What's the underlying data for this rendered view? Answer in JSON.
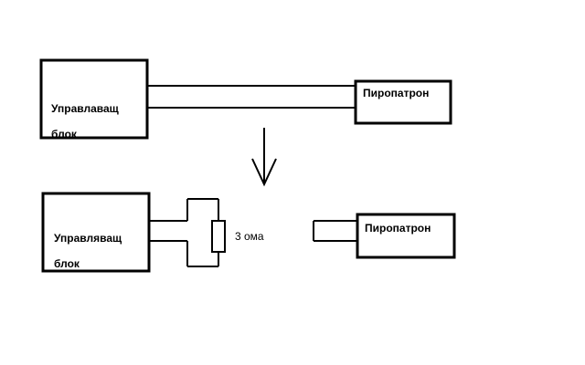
{
  "top_row": {
    "control_unit": {
      "line1": "Управлаващ",
      "line2": "блок"
    },
    "squib": {
      "label": "Пиропатрон"
    }
  },
  "bottom_row": {
    "control_unit": {
      "line1": "Управляващ",
      "line2": "блок"
    },
    "resistor": {
      "label": "3 ома"
    },
    "squib": {
      "label": "Пиропатрон"
    }
  },
  "arrow_icon": "down-arrow-icon",
  "colors": {
    "stroke": "#000000",
    "background": "#ffffff"
  }
}
